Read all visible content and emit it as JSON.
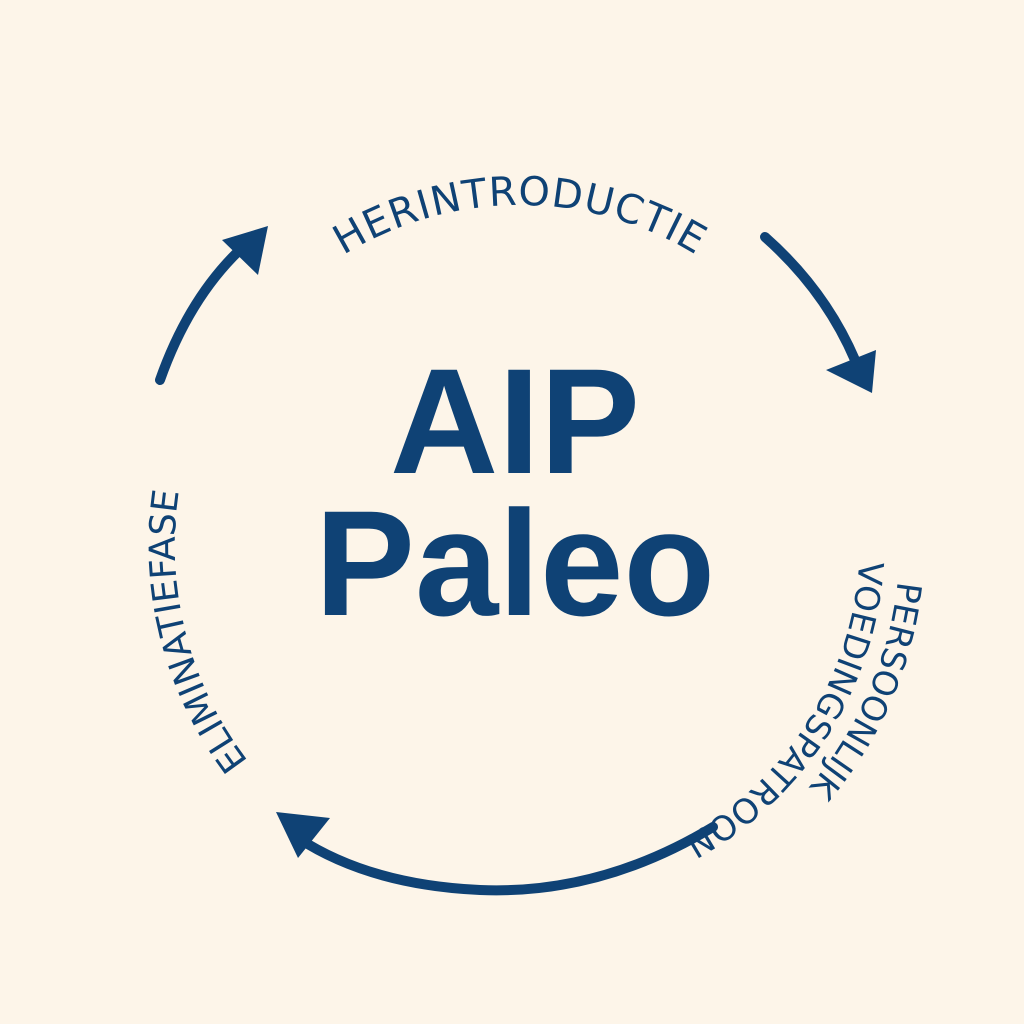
{
  "colors": {
    "background": "#fdf5e9",
    "primary": "#0f4275"
  },
  "center": {
    "line1": "AIP",
    "line2": "Paleo"
  },
  "stages": [
    {
      "label": "HERINTRODUCTIE"
    },
    {
      "label_line1": "PERSOONLIJK",
      "label_line2": "VOEDINGSPATROON"
    },
    {
      "label": "ELIMINATIEFASE"
    }
  ],
  "arrows": [
    "arrow-to-herintroductie",
    "arrow-to-persoonlijk",
    "arrow-to-eliminatiefase"
  ]
}
